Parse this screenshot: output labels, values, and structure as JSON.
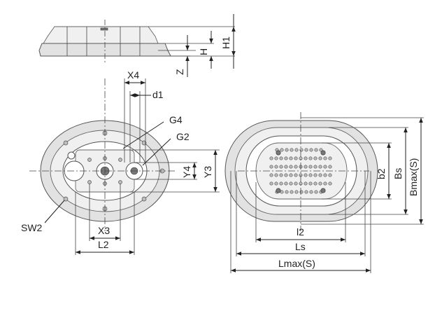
{
  "labels": {
    "H1": "H1",
    "H": "H",
    "Z": "Z",
    "X4": "X4",
    "d1": "d1",
    "G4": "G4",
    "G2": "G2",
    "Y4": "Y4",
    "Y3": "Y3",
    "SW2": "SW2",
    "X3": "X3",
    "L2": "L2",
    "b2": "b2",
    "Bs": "Bs",
    "Bmax": "Bmax(S)",
    "l2": "l2",
    "Ls": "Ls",
    "Lmax": "Lmax(S)"
  },
  "colors": {
    "body": "#e2e2e2",
    "line": "#222222",
    "hole": "#bdbdbd"
  }
}
